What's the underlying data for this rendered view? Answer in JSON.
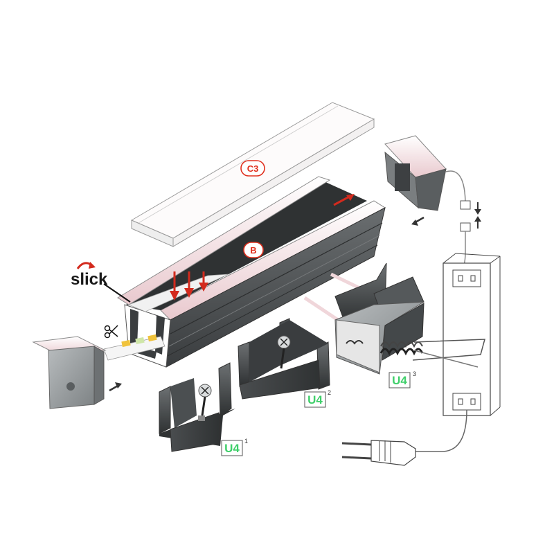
{
  "labels": {
    "cover": "C3",
    "profile": "B",
    "brand": "slick",
    "clip1": "U4",
    "clip1_index": "1",
    "clip2": "U4",
    "clip2_index": "2",
    "clip3": "U4",
    "clip3_index": "3"
  },
  "colors": {
    "accent_red": "#e0301e",
    "label_green": "#3fcf6a",
    "metal_dark": "#3f4244",
    "metal_mid": "#5b5f61",
    "metal_light": "#9aa0a2",
    "pink_edge": "#f3dde0",
    "outline": "#555555"
  },
  "icons": [
    "scissors-icon",
    "screw-icon",
    "arrow-icon",
    "plug-icon"
  ]
}
